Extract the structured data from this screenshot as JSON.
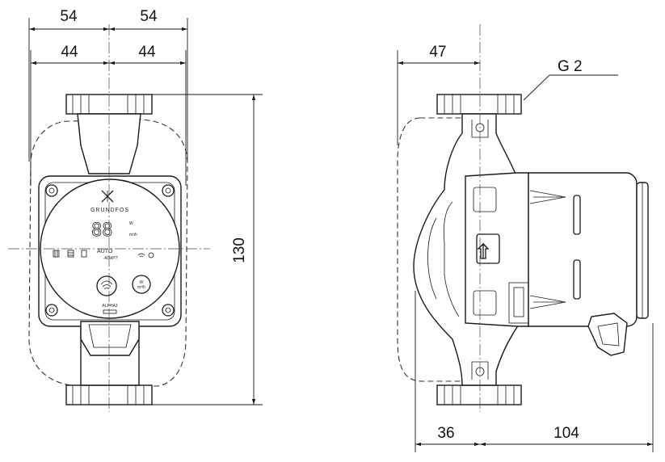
{
  "dimensions": {
    "front_half_outer_left": "54",
    "front_half_outer_right": "54",
    "front_half_inner_left": "44",
    "front_half_inner_right": "44",
    "height": "130",
    "side_top": "47",
    "side_bottom_left": "36",
    "side_bottom_right": "104"
  },
  "thread_label": "G 2",
  "panel": {
    "brand": "GRUNDFOS",
    "display_digits": "88",
    "unit_power": "W",
    "unit_flow": "m³/h",
    "mode_line1": "AUTO",
    "mode_line2": "ADAPT",
    "button_right_label": "W\nm³/h",
    "model": "ALPHA3"
  }
}
